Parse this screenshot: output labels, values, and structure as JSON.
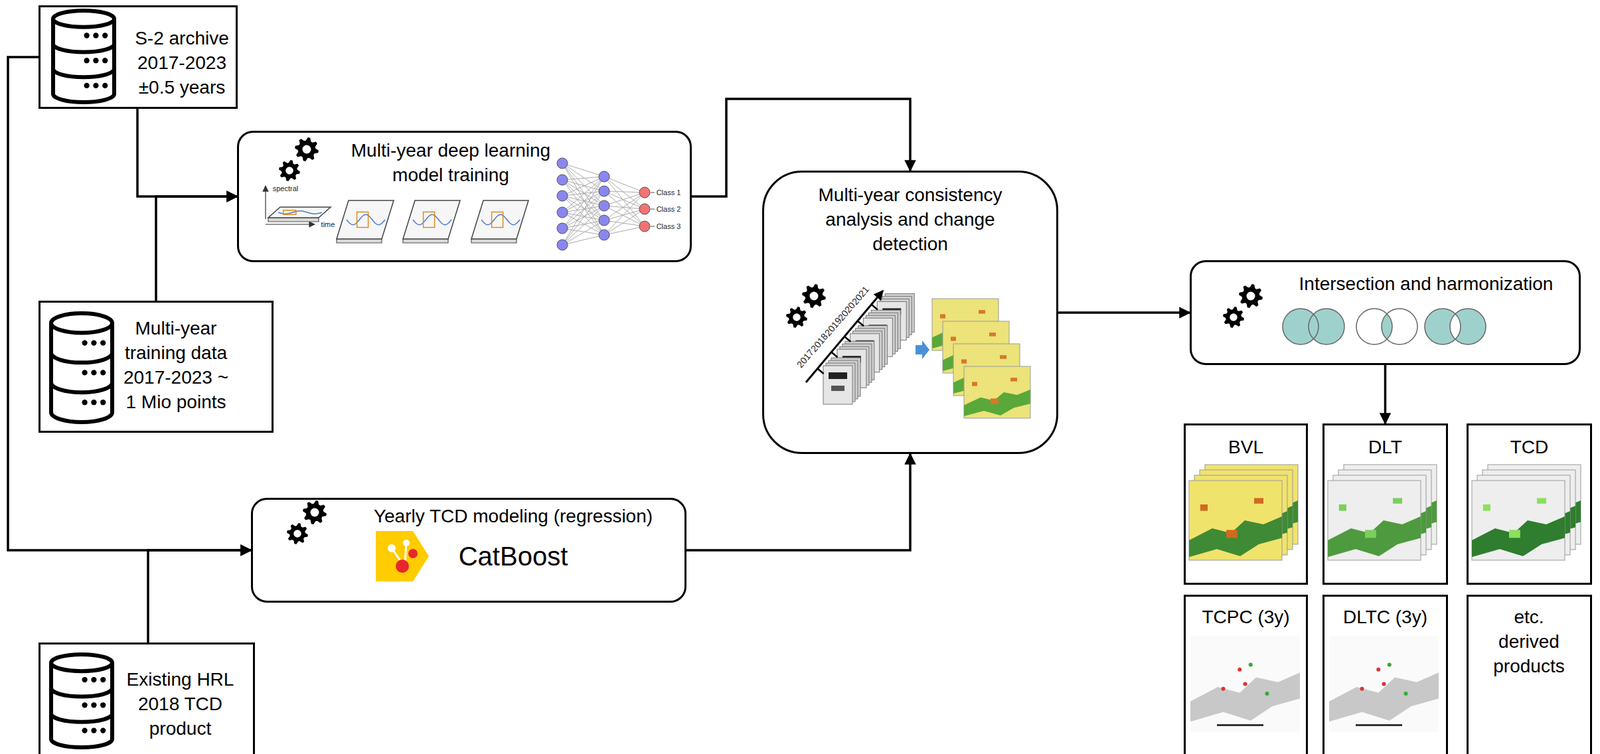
{
  "diagram": {
    "nodes": [
      {
        "text": [
          "S-2 archive 2017-2023 ±0.5 years"
        ]
      },
      {
        "text": [
          "Multi-year deep learning model training"
        ]
      },
      {
        "text": [
          "Multi-year training data 2017-2023 ~ 1 Mio points"
        ]
      },
      {
        "text": [
          "Multi-year consistency analysis and change detection"
        ]
      },
      {
        "text": [
          "Yearly TCD modeling (regression)",
          "CatBoost"
        ]
      },
      {
        "text": [
          "Existing HRL 2018 TCD product"
        ]
      },
      {
        "text": [
          "Intersection and harmonization"
        ]
      },
      {
        "text": [
          "BVL"
        ]
      },
      {
        "text": [
          "DLT"
        ]
      },
      {
        "text": [
          "TCD"
        ]
      },
      {
        "text": [
          "TCPC (3y)"
        ]
      },
      {
        "text": [
          "DLTC (3y)"
        ]
      },
      {
        "text": [
          "etc. derived products"
        ]
      }
    ],
    "edges": [
      {
        "from": 0,
        "to": 1,
        "arrow": "to"
      },
      {
        "from": 2,
        "to": 1,
        "arrow": "to"
      },
      {
        "from": 0,
        "to": 4,
        "arrow": "to"
      },
      {
        "from": 5,
        "to": 4,
        "arrow": "to"
      },
      {
        "from": 1,
        "to": 3,
        "arrow": "to"
      },
      {
        "from": 4,
        "to": 3,
        "arrow": "to"
      },
      {
        "from": 3,
        "to": 6,
        "arrow": "to"
      },
      {
        "from": 6,
        "to": 8,
        "arrow": "to"
      }
    ],
    "labels": [
      "spectral",
      "time",
      "Class 1",
      "Class 2",
      "Class 3",
      "2017",
      "2018",
      "2019",
      "2020",
      "2021"
    ]
  }
}
